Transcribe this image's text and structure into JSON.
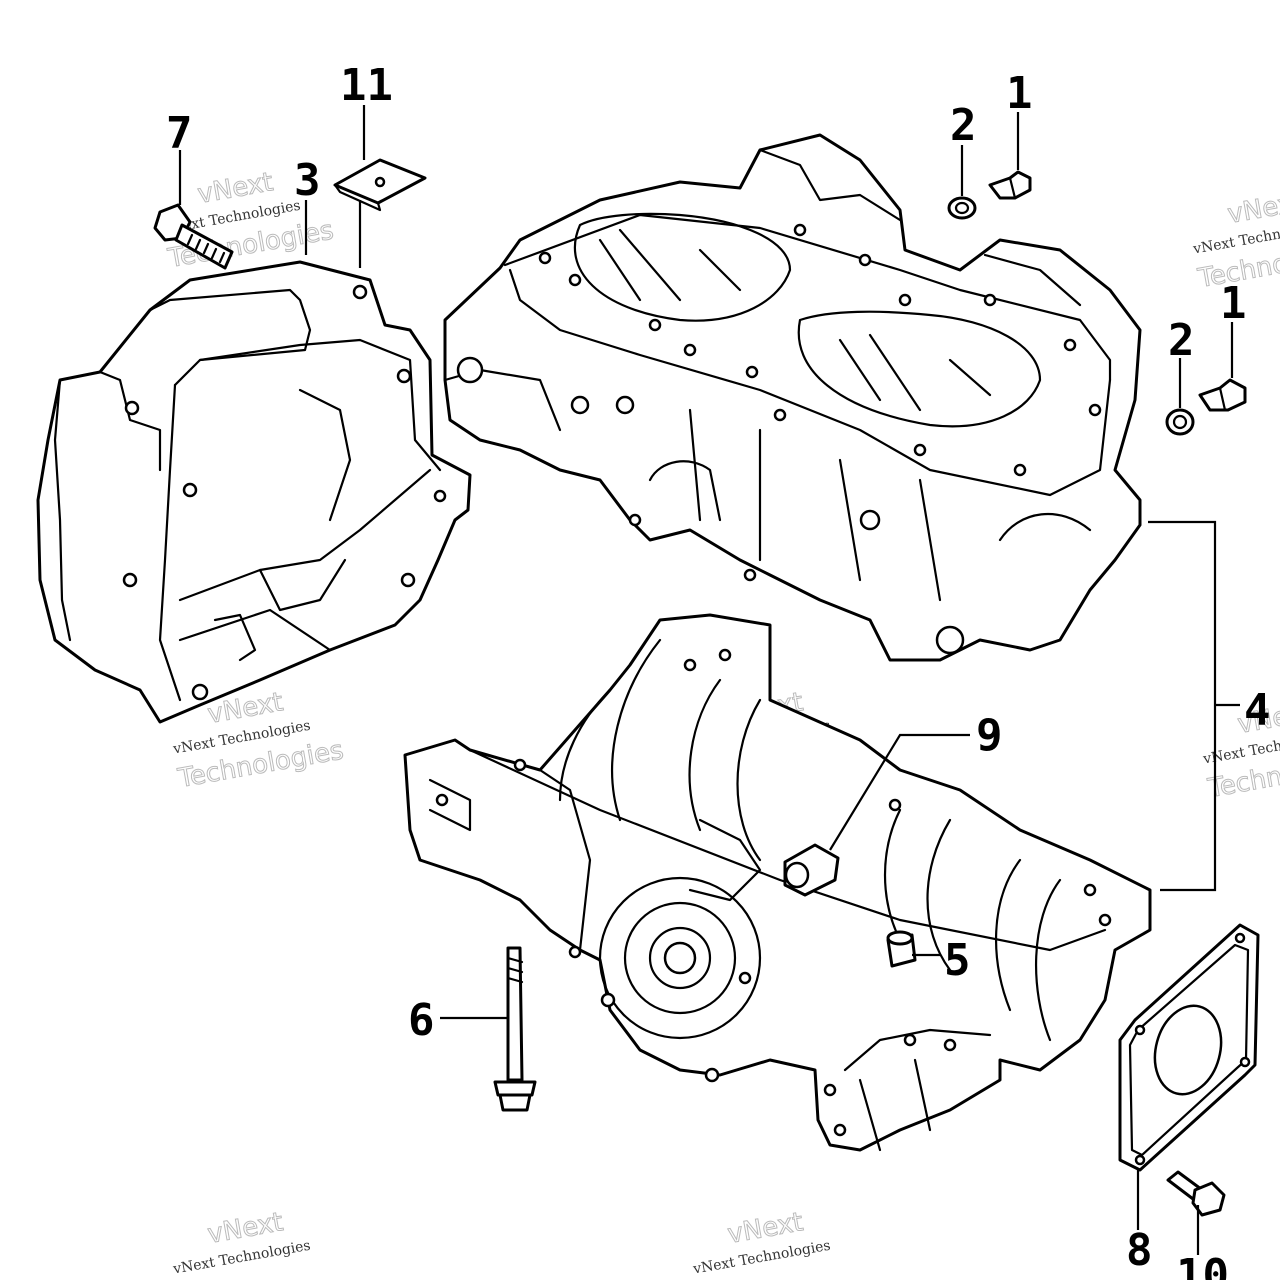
{
  "diagram": {
    "callouts": {
      "c1_top": "1",
      "c2_top": "2",
      "c1_right": "1",
      "c2_right": "2",
      "c3": "3",
      "c4": "4",
      "c5": "5",
      "c6": "6",
      "c7": "7",
      "c8": "8",
      "c9": "9",
      "c10": "10",
      "c11": "11"
    },
    "watermark": {
      "brand": "vNext",
      "line1": "vNext Technologies",
      "line2": "Technologies"
    }
  }
}
